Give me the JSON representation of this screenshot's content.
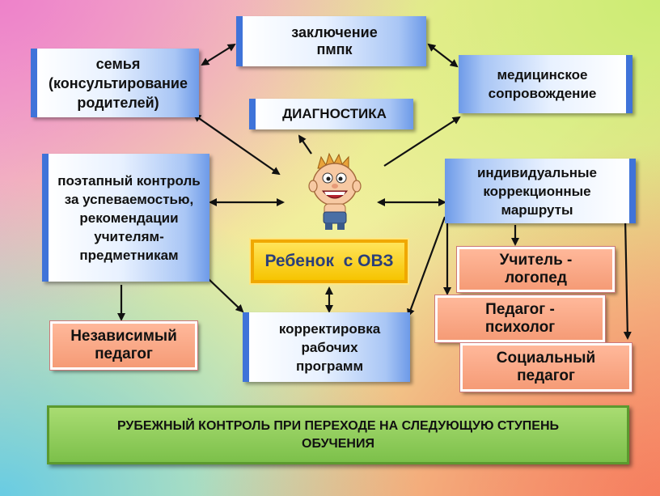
{
  "nodes": {
    "conclusion": "заключение пмпк",
    "family": "семья (консультирование родителей)",
    "medical": "медицинское сопровождение",
    "diagnostics": "ДИАГНОСТИКА",
    "control": "поэтапный контроль за успеваемостью, рекомендации учителям-предметникам",
    "routes": "индивидуальные коррекционные маршруты",
    "child": "Ребенок  с ОВЗ",
    "speech": "Учитель - логопед",
    "psychologist": "Педагог - психолог",
    "social": "Социальный педагог",
    "independent": "Независимый педагог",
    "correction": "корректировка рабочих программ",
    "boundary": "РУБЕЖНЫЙ КОНТРОЛЬ  ПРИ ПЕРЕХОДЕ НА СЛЕДУЮЩУЮ СТУПЕНЬ ОБУЧЕНИЯ"
  }
}
